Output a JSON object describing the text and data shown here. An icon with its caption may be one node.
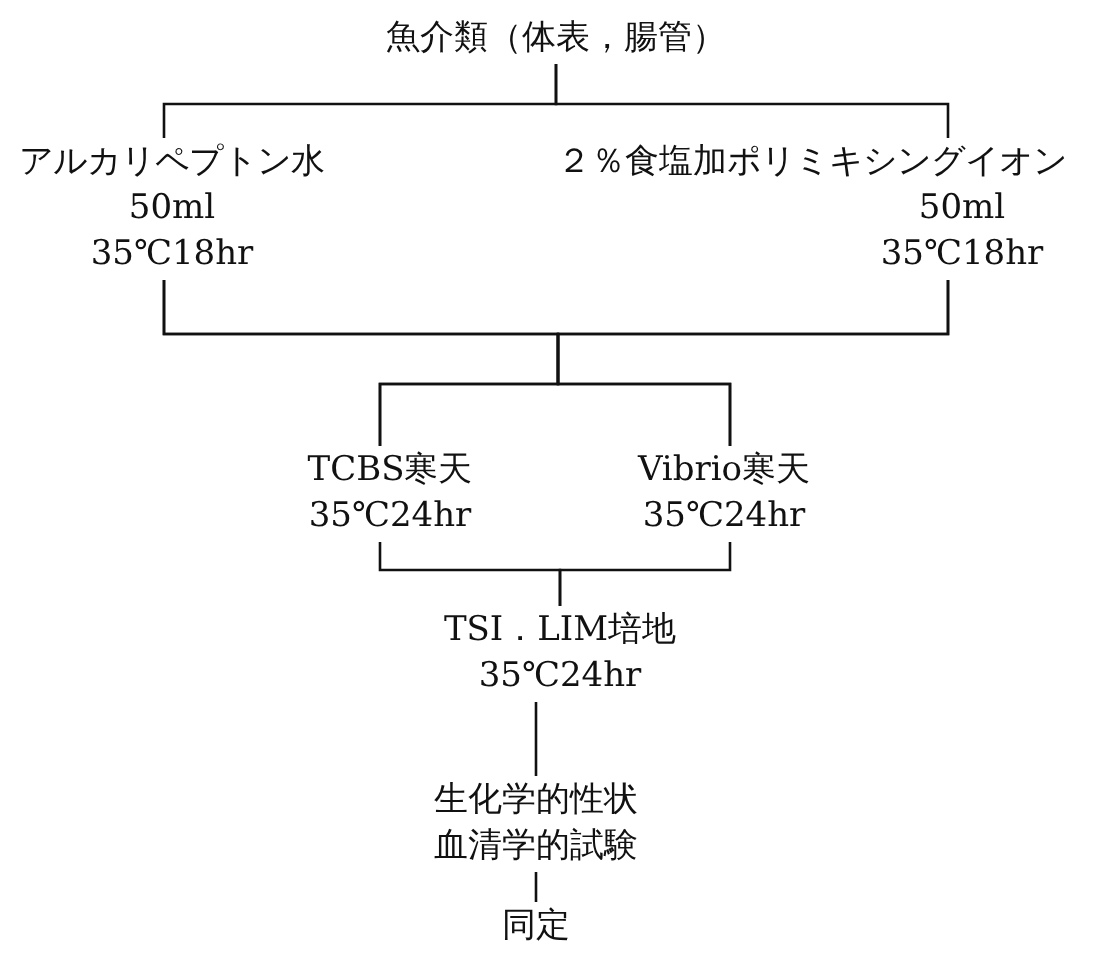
{
  "diagram": {
    "nodes": [
      {
        "text": [
          "魚介類（体表，腸管）"
        ]
      },
      {
        "text": [
          "アルカリペプトン水",
          "50ml",
          "35℃18hr"
        ]
      },
      {
        "text": [
          "２％食塩加ポリミキシングイオン",
          "50ml",
          "35℃18hr"
        ]
      },
      {
        "text": [
          "TCBS寒天",
          "35℃24hr"
        ]
      },
      {
        "text": [
          "Vibrio寒天",
          "35℃24hr"
        ]
      },
      {
        "text": [
          "TSI．LIM培地",
          "35℃24hr"
        ]
      },
      {
        "text": [
          "生化学的性状",
          "血清学的試験"
        ]
      },
      {
        "text": [
          "同定"
        ]
      }
    ],
    "edges": [
      {
        "from": 0,
        "to": 1,
        "arrow": "none"
      },
      {
        "from": 0,
        "to": 2,
        "arrow": "none"
      },
      {
        "from": 1,
        "to": 3,
        "arrow": "none"
      },
      {
        "from": 1,
        "to": 4,
        "arrow": "none"
      },
      {
        "from": 2,
        "to": 3,
        "arrow": "none"
      },
      {
        "from": 2,
        "to": 4,
        "arrow": "none"
      },
      {
        "from": 3,
        "to": 5,
        "arrow": "none"
      },
      {
        "from": 4,
        "to": 5,
        "arrow": "none"
      },
      {
        "from": 5,
        "to": 6,
        "arrow": "none"
      },
      {
        "from": 6,
        "to": 7,
        "arrow": "none"
      }
    ]
  }
}
